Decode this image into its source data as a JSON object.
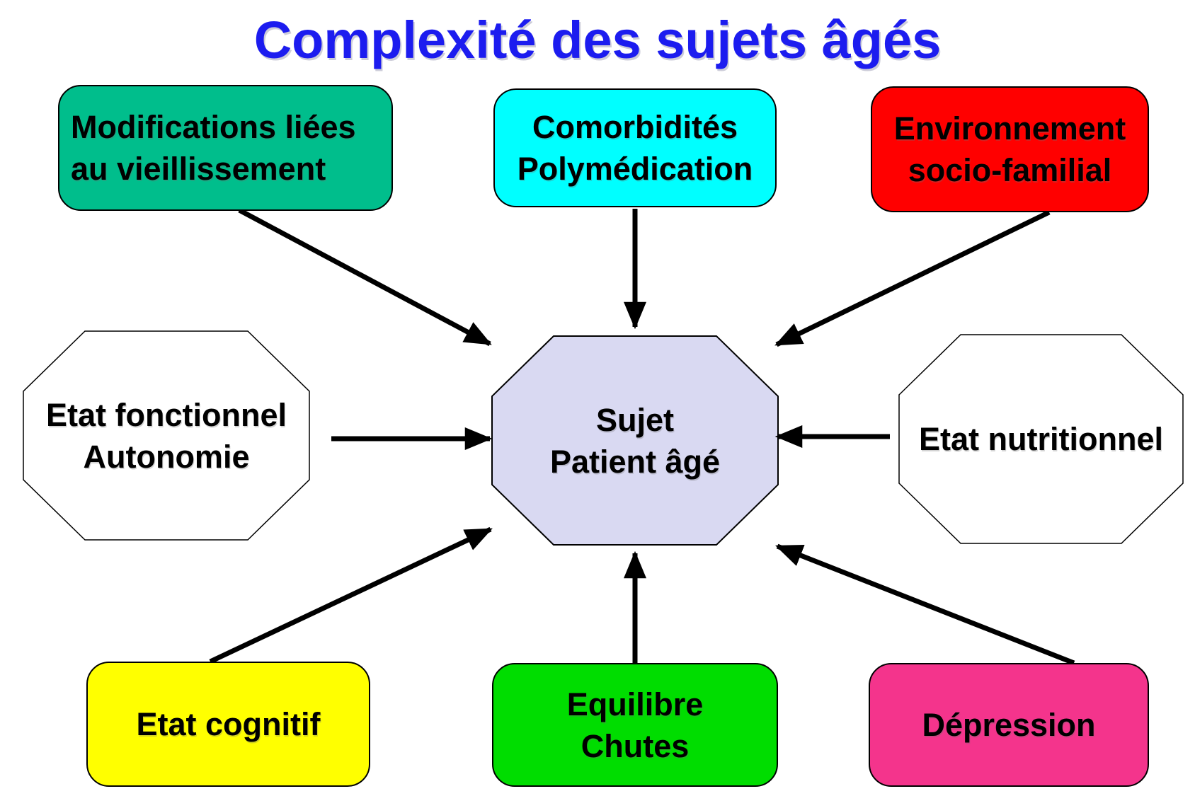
{
  "title": {
    "text": "Complexité des sujets âgés",
    "color": "#1C1CEF"
  },
  "nodes": {
    "modifications": {
      "lines": [
        "Modifications liées",
        "au vieillissement"
      ],
      "bg": "#00BE8C"
    },
    "comorbidites": {
      "lines": [
        "Comorbidités",
        "Polymédication"
      ],
      "bg": "#00FFFF"
    },
    "environnement": {
      "lines": [
        "Environnement",
        "socio-familial"
      ],
      "bg": "#FF0000"
    },
    "fonctionnel": {
      "lines": [
        "Etat fonctionnel",
        "Autonomie"
      ],
      "bg": "#FFFFFF"
    },
    "sujet": {
      "lines": [
        "Sujet",
        "Patient âgé"
      ],
      "bg": "#D9D9F2"
    },
    "nutritionnel": {
      "lines": [
        "Etat nutritionnel"
      ],
      "bg": "#FFFFFF"
    },
    "cognitif": {
      "lines": [
        "Etat cognitif"
      ],
      "bg": "#FFFF00"
    },
    "equilibre": {
      "lines": [
        "Equilibre",
        "Chutes"
      ],
      "bg": "#00DD00"
    },
    "depression": {
      "lines": [
        "Dépression"
      ],
      "bg": "#F4348C"
    }
  },
  "connector_color": "#000000"
}
